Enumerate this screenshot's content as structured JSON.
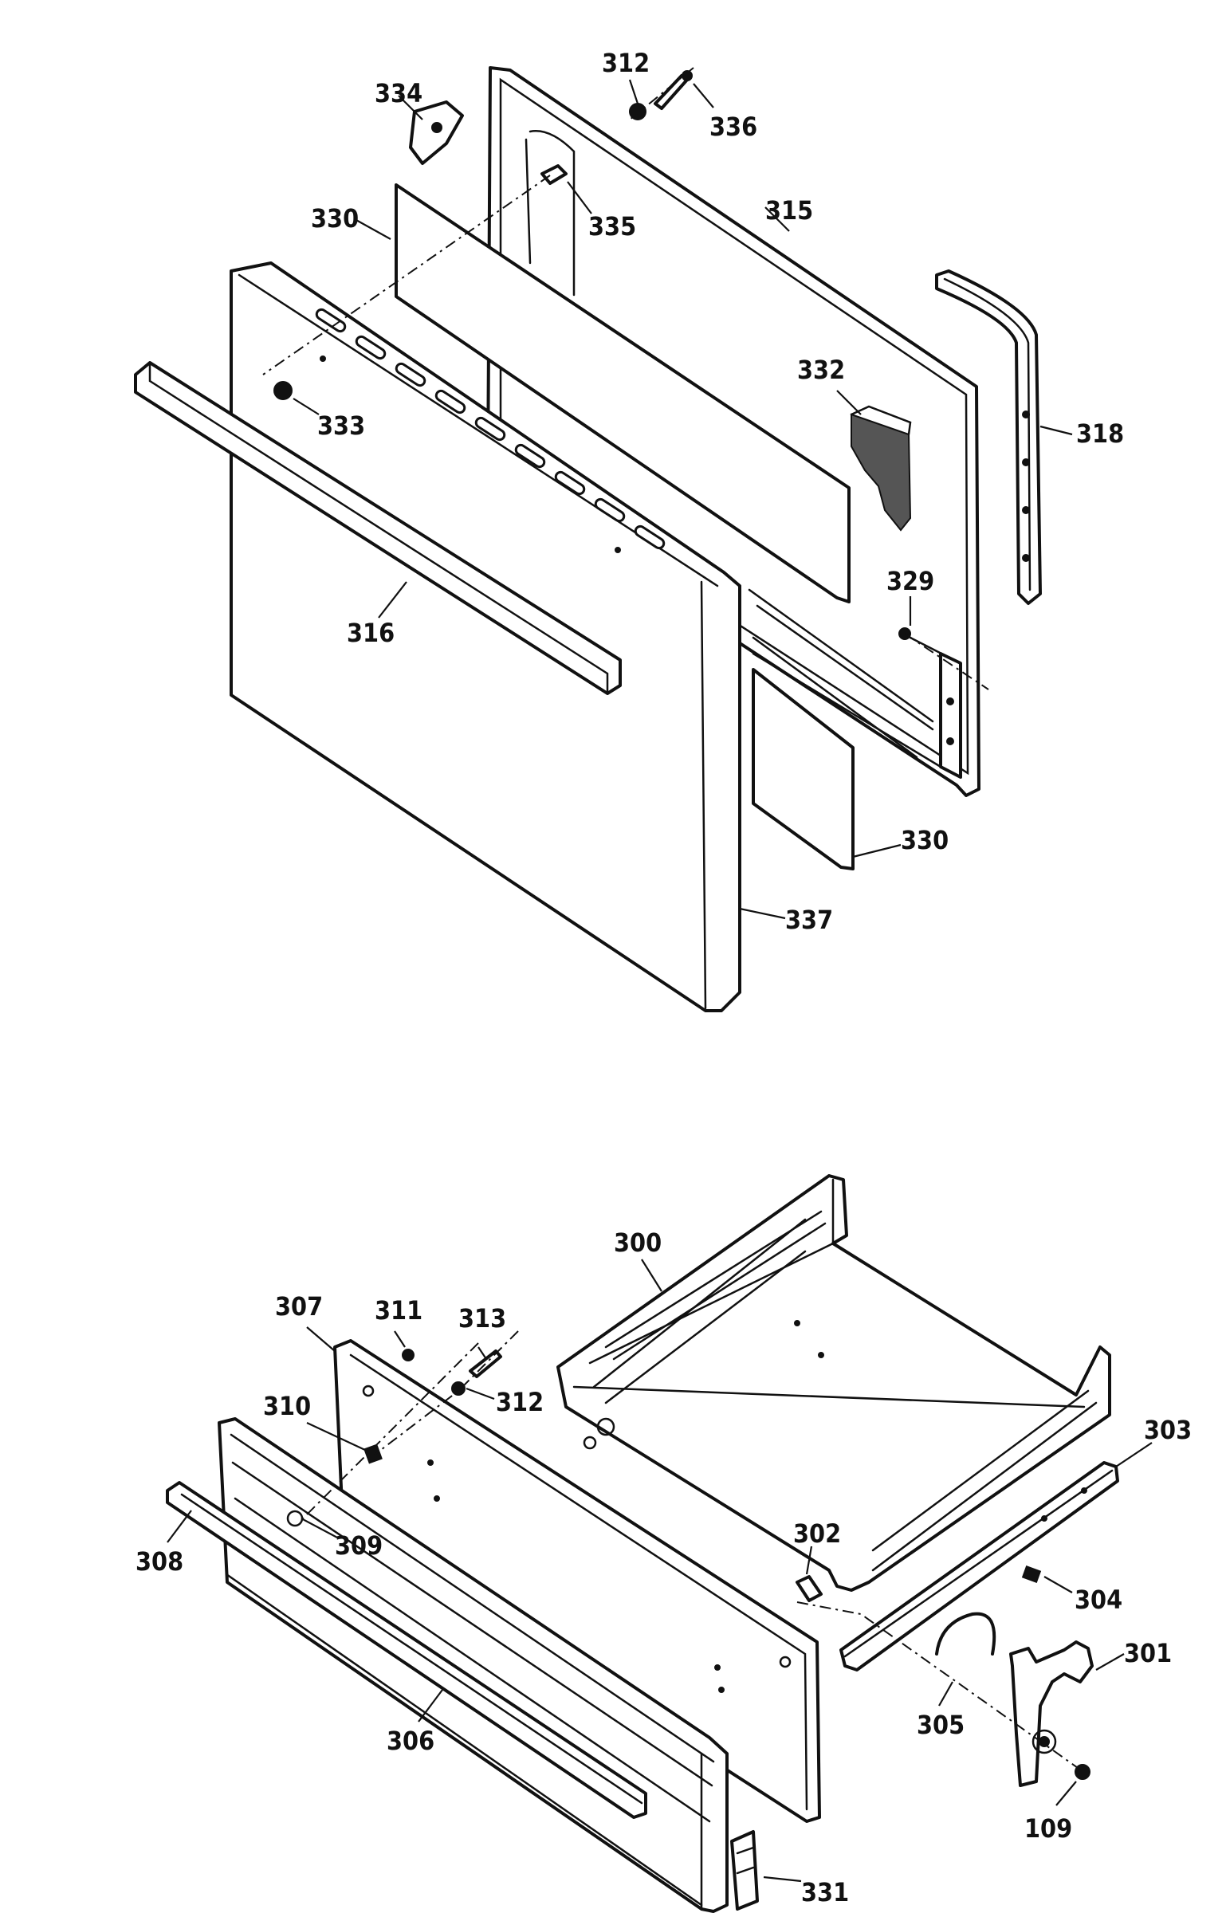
{
  "upper_assembly": {
    "labels": {
      "l312a": "312",
      "l336": "336",
      "l334": "334",
      "l330a": "330",
      "l335": "335",
      "l315": "315",
      "l332": "332",
      "l318": "318",
      "l333": "333",
      "l316": "316",
      "l329": "329",
      "l330b": "330",
      "l337": "337"
    }
  },
  "lower_assembly": {
    "labels": {
      "l300": "300",
      "l307": "307",
      "l311": "311",
      "l313": "313",
      "l312b": "312",
      "l310": "310",
      "l303": "303",
      "l302": "302",
      "l308": "308",
      "l309": "309",
      "l304": "304",
      "l301": "301",
      "l305": "305",
      "l306": "306",
      "l109": "109",
      "l331": "331"
    }
  }
}
